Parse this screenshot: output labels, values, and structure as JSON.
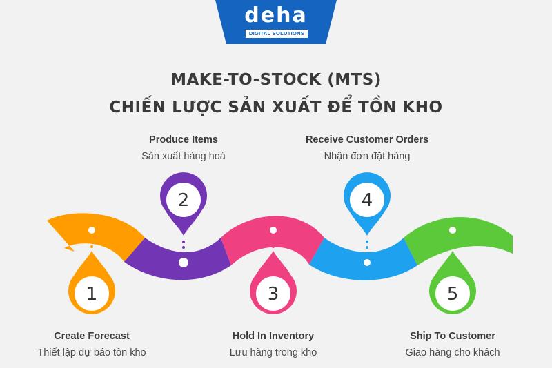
{
  "logo": {
    "word": "deha",
    "tagline": "DIGITAL SOLUTIONS",
    "color": "#1565c0"
  },
  "title": {
    "line1": "MAKE-TO-STOCK (MTS)",
    "line2": "CHIẾN LƯỢC SẢN XUẤT ĐỂ TỒN KHO"
  },
  "steps": [
    {
      "number": "1",
      "title": "Create Forecast",
      "subtitle": "Thiết lập dự báo tồn kho",
      "color": "#ff9c00"
    },
    {
      "number": "2",
      "title": "Produce Items",
      "subtitle": "Sản xuất hàng hoá",
      "color": "#7236b5"
    },
    {
      "number": "3",
      "title": "Hold In Inventory",
      "subtitle": "Lưu hàng trong kho",
      "color": "#ef4181"
    },
    {
      "number": "4",
      "title": "Receive Customer Orders",
      "subtitle": "Nhận đơn đặt hàng",
      "color": "#1ea1ee"
    },
    {
      "number": "5",
      "title": "Ship To Customer",
      "subtitle": "Giao hàng cho khách",
      "color": "#5cc93b"
    }
  ]
}
